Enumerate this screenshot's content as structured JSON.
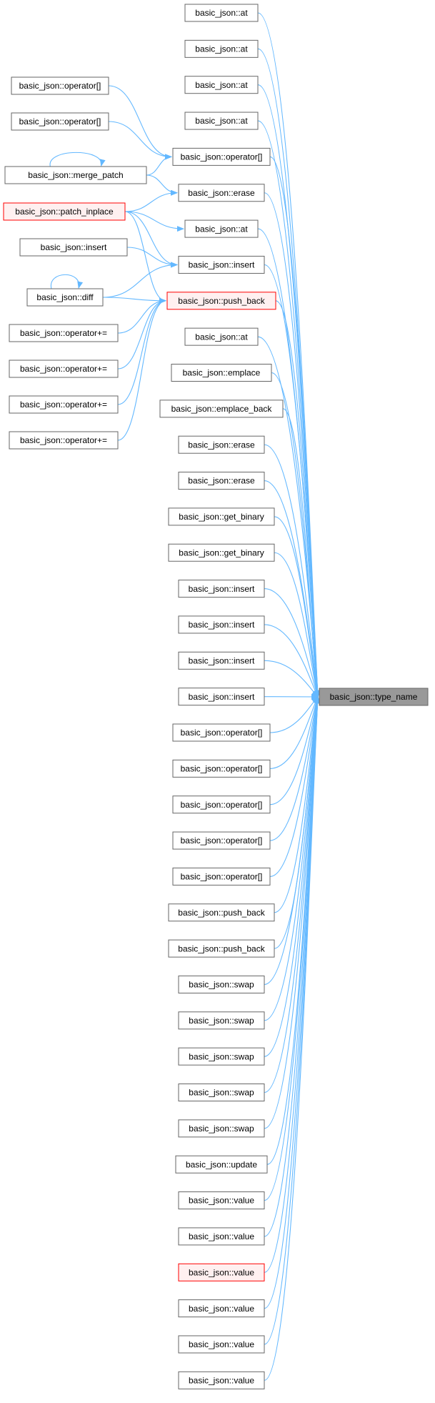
{
  "diagram": {
    "target": "basic_json::type_name",
    "callers": [
      "basic_json::at",
      "basic_json::at",
      "basic_json::at",
      "basic_json::at",
      "basic_json::operator[]",
      "basic_json::erase",
      "basic_json::at",
      "basic_json::insert",
      "basic_json::push_back",
      "basic_json::at",
      "basic_json::emplace",
      "basic_json::emplace_back",
      "basic_json::erase",
      "basic_json::erase",
      "basic_json::get_binary",
      "basic_json::get_binary",
      "basic_json::insert",
      "basic_json::insert",
      "basic_json::insert",
      "basic_json::insert",
      "basic_json::operator[]",
      "basic_json::operator[]",
      "basic_json::operator[]",
      "basic_json::operator[]",
      "basic_json::operator[]",
      "basic_json::push_back",
      "basic_json::push_back",
      "basic_json::swap",
      "basic_json::swap",
      "basic_json::swap",
      "basic_json::swap",
      "basic_json::swap",
      "basic_json::update",
      "basic_json::value",
      "basic_json::value",
      "basic_json::value",
      "basic_json::value",
      "basic_json::value",
      "basic_json::value"
    ],
    "highlighted_callers": [
      8,
      35
    ],
    "second_level": [
      "basic_json::operator[]",
      "basic_json::operator[]",
      "basic_json::merge_patch",
      "basic_json::patch_inplace",
      "basic_json::insert",
      "basic_json::diff",
      "basic_json::operator+=",
      "basic_json::operator+=",
      "basic_json::operator+=",
      "basic_json::operator+="
    ],
    "highlighted_second_level": [
      3
    ],
    "colors": {
      "edge": "#63b8ff",
      "highlight_border": "#ff0000",
      "highlight_fill": "#fff0f0",
      "target_fill": "#999999"
    }
  }
}
